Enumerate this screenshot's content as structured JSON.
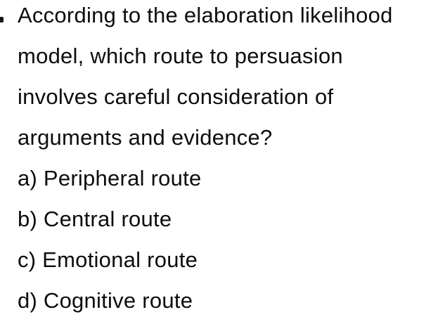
{
  "page": {
    "background_color": "#ffffff",
    "text_color": "#0d0d0d"
  },
  "question": {
    "lines": [
      "According to the elaboration likelihood",
      "model, which route to persuasion",
      "involves careful consideration of",
      "arguments and evidence?"
    ],
    "full_text": "According to the elaboration likelihood model, which route to persuasion involves careful consideration of arguments and evidence?"
  },
  "options": [
    {
      "key": "a",
      "text": "a) Peripheral route"
    },
    {
      "key": "b",
      "text": "b) Central route"
    },
    {
      "key": "c",
      "text": "c) Emotional route"
    },
    {
      "key": "d",
      "text": "d) Cognitive route"
    }
  ]
}
